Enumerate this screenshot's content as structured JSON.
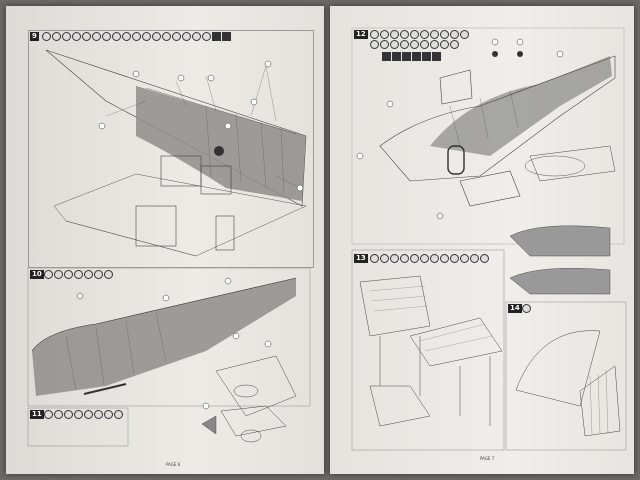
{
  "steps": [
    {
      "id": "s9",
      "number": "9"
    },
    {
      "id": "s10",
      "number": "10"
    },
    {
      "id": "s11",
      "number": "11"
    },
    {
      "id": "s12",
      "number": "12"
    },
    {
      "id": "s13",
      "number": "13"
    },
    {
      "id": "s14",
      "number": "14"
    }
  ],
  "footer": {
    "left": "PAGE 6",
    "right": "PAGE 7"
  },
  "colors": {
    "paper": "#e9e8e3",
    "ink": "#333333",
    "fuselage": "#8e8d89"
  }
}
